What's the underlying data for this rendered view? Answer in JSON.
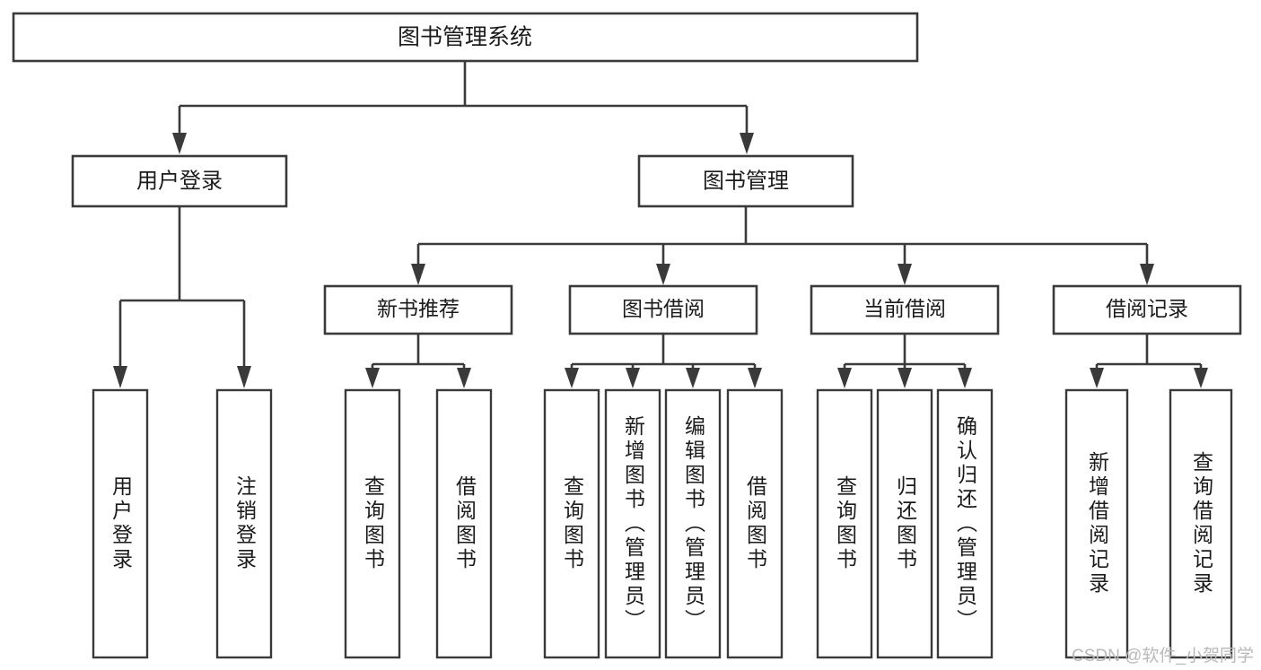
{
  "diagram": {
    "type": "tree",
    "title": "图书管理系统",
    "root": {
      "label": "图书管理系统"
    },
    "level1": [
      {
        "label": "用户登录"
      },
      {
        "label": "图书管理"
      }
    ],
    "level2": [
      {
        "label": "新书推荐"
      },
      {
        "label": "图书借阅"
      },
      {
        "label": "当前借阅"
      },
      {
        "label": "借阅记录"
      }
    ],
    "leaves": {
      "user_login": [
        {
          "label": "用户登录"
        },
        {
          "label": "注销登录"
        }
      ],
      "new_book_recommend": [
        {
          "label": "查询图书"
        },
        {
          "label": "借阅图书"
        }
      ],
      "book_borrow": [
        {
          "label": "查询图书"
        },
        {
          "label": "新增图书（管理员）"
        },
        {
          "label": "编辑图书（管理员）"
        },
        {
          "label": "借阅图书"
        }
      ],
      "current_borrow": [
        {
          "label": "查询图书"
        },
        {
          "label": "归还图书"
        },
        {
          "label": "确认归还（管理员）"
        }
      ],
      "borrow_record": [
        {
          "label": "新增借阅记录"
        },
        {
          "label": "查询借阅记录"
        }
      ]
    }
  },
  "watermark": {
    "text": "CSDN @软件_小贺同学"
  },
  "colors": {
    "box_stroke": "#3a3a3a",
    "text": "#1b1b1b",
    "background": "#ffffff",
    "watermark": "#b9b9b9"
  }
}
